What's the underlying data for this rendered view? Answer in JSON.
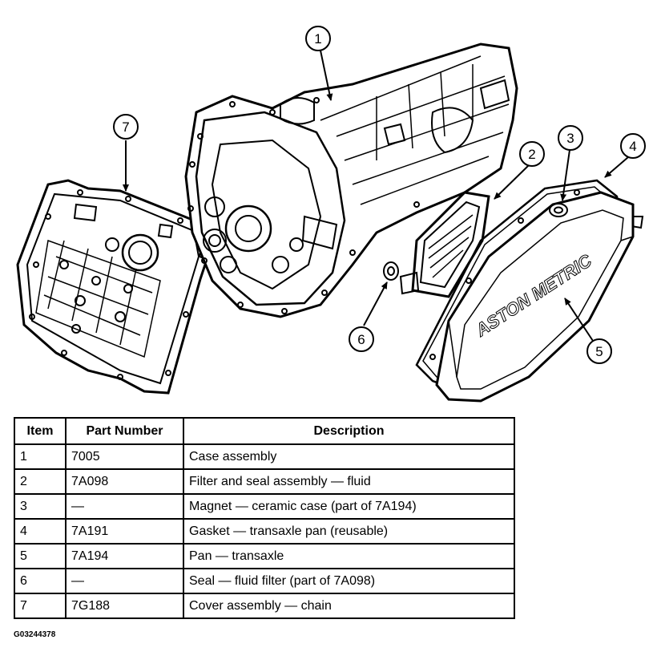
{
  "callouts": [
    "1",
    "2",
    "3",
    "4",
    "5",
    "6",
    "7"
  ],
  "pan_embossing": "ASTON  METRIC",
  "table": {
    "headers": [
      "Item",
      "Part Number",
      "Description"
    ],
    "rows": [
      [
        "1",
        "7005",
        "Case assembly"
      ],
      [
        "2",
        "7A098",
        "Filter and seal assembly — fluid"
      ],
      [
        "3",
        "—",
        "Magnet — ceramic case (part of 7A194)"
      ],
      [
        "4",
        "7A191",
        "Gasket — transaxle pan (reusable)"
      ],
      [
        "5",
        "7A194",
        "Pan — transaxle"
      ],
      [
        "6",
        "—",
        "Seal — fluid filter (part of 7A098)"
      ],
      [
        "7",
        "7G188",
        "Cover assembly — chain"
      ]
    ]
  },
  "figure_id": "G03244378"
}
